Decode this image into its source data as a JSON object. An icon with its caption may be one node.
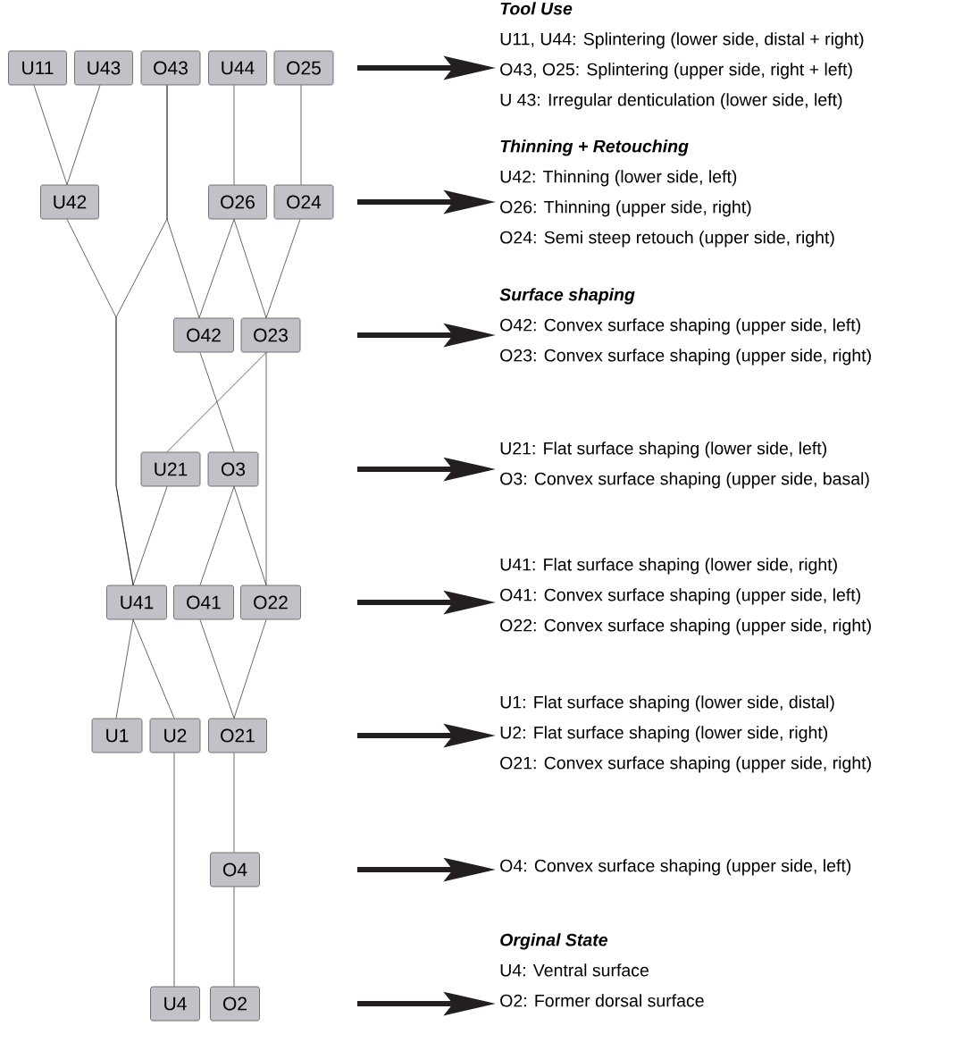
{
  "diagram": {
    "nodes": [
      {
        "text": [
          "U11"
        ]
      },
      {
        "text": [
          "U43"
        ]
      },
      {
        "text": [
          "O43"
        ]
      },
      {
        "text": [
          "U44"
        ]
      },
      {
        "text": [
          "O25"
        ]
      },
      {
        "text": [
          "U42"
        ]
      },
      {
        "text": [
          "O26"
        ]
      },
      {
        "text": [
          "O24"
        ]
      },
      {
        "text": [
          "O42"
        ]
      },
      {
        "text": [
          "O23"
        ]
      },
      {
        "text": [
          "U21"
        ]
      },
      {
        "text": [
          "O3"
        ]
      },
      {
        "text": [
          "U41"
        ]
      },
      {
        "text": [
          "O41"
        ]
      },
      {
        "text": [
          "O22"
        ]
      },
      {
        "text": [
          "U1"
        ]
      },
      {
        "text": [
          "U2"
        ]
      },
      {
        "text": [
          "O21"
        ]
      },
      {
        "text": [
          "O4"
        ]
      },
      {
        "text": [
          "U4"
        ]
      },
      {
        "text": [
          "O2"
        ]
      },
      {
        "text": [
          "Tool Use",
          "U11, U44: Splintering (lower side, distal + right)",
          "O43, O25: Splintering (upper side, right + left)",
          "U 43: Irregular denticulation (lower side, left)"
        ]
      },
      {
        "text": [
          "Thinning + Retouching",
          "U42: Thinning (lower side, left)",
          "O26: Thinning (upper side, right)",
          "O24: Semi steep retouch (upper side, right)"
        ]
      },
      {
        "text": [
          "Surface shaping",
          "O42: Convex surface shaping (upper side, left)",
          "O23: Convex surface shaping (upper side, right)"
        ]
      },
      {
        "text": [
          "U21: Flat surface shaping (lower side, left)",
          "O3: Convex surface shaping (upper side, basal)"
        ]
      },
      {
        "text": [
          "U41: Flat surface shaping (lower side, right)",
          "O41: Convex surface shaping (upper side, left)",
          "O22: Convex surface shaping (upper side, right)"
        ]
      },
      {
        "text": [
          "U1: Flat surface shaping (lower side, distal)",
          "U2: Flat surface shaping (lower side, right)",
          "O21: Convex surface shaping (upper side, right)"
        ]
      },
      {
        "text": [
          "O4: Convex surface shaping (upper side, left)"
        ]
      },
      {
        "text": [
          "Orginal State",
          "U4: Ventral surface",
          "O2: Former dorsal surface"
        ]
      }
    ],
    "edges": [
      {
        "from": 0,
        "to": 5,
        "arrow": "none"
      },
      {
        "from": 1,
        "to": 5,
        "arrow": "none"
      },
      {
        "from": 2,
        "to": 12,
        "arrow": "none"
      },
      {
        "from": 2,
        "to": 8,
        "arrow": "none"
      },
      {
        "from": 5,
        "to": 12,
        "arrow": "none"
      },
      {
        "from": 3,
        "to": 6,
        "arrow": "none"
      },
      {
        "from": 4,
        "to": 7,
        "arrow": "none"
      },
      {
        "from": 6,
        "to": 8,
        "arrow": "none"
      },
      {
        "from": 6,
        "to": 9,
        "arrow": "none"
      },
      {
        "from": 7,
        "to": 9,
        "arrow": "none"
      },
      {
        "from": 8,
        "to": 11,
        "arrow": "none"
      },
      {
        "from": 9,
        "to": 10,
        "arrow": "none"
      },
      {
        "from": 9,
        "to": 14,
        "arrow": "none"
      },
      {
        "from": 10,
        "to": 12,
        "arrow": "none"
      },
      {
        "from": 11,
        "to": 13,
        "arrow": "none"
      },
      {
        "from": 11,
        "to": 14,
        "arrow": "none"
      },
      {
        "from": 12,
        "to": 15,
        "arrow": "none"
      },
      {
        "from": 12,
        "to": 16,
        "arrow": "none"
      },
      {
        "from": 13,
        "to": 17,
        "arrow": "none"
      },
      {
        "from": 14,
        "to": 17,
        "arrow": "none"
      },
      {
        "from": 16,
        "to": 19,
        "arrow": "none"
      },
      {
        "from": 17,
        "to": 18,
        "arrow": "none"
      },
      {
        "from": 18,
        "to": 20,
        "arrow": "none"
      },
      {
        "from": null,
        "to": 21,
        "arrow": "to",
        "style": "thick"
      },
      {
        "from": null,
        "to": 22,
        "arrow": "to",
        "style": "thick"
      },
      {
        "from": null,
        "to": 23,
        "arrow": "to",
        "style": "thick"
      },
      {
        "from": null,
        "to": 24,
        "arrow": "to",
        "style": "thick"
      },
      {
        "from": null,
        "to": 25,
        "arrow": "to",
        "style": "thick"
      },
      {
        "from": null,
        "to": 26,
        "arrow": "to",
        "style": "thick"
      },
      {
        "from": null,
        "to": 27,
        "arrow": "to",
        "style": "thick"
      },
      {
        "from": null,
        "to": 28,
        "arrow": "to",
        "style": "thick"
      }
    ]
  }
}
